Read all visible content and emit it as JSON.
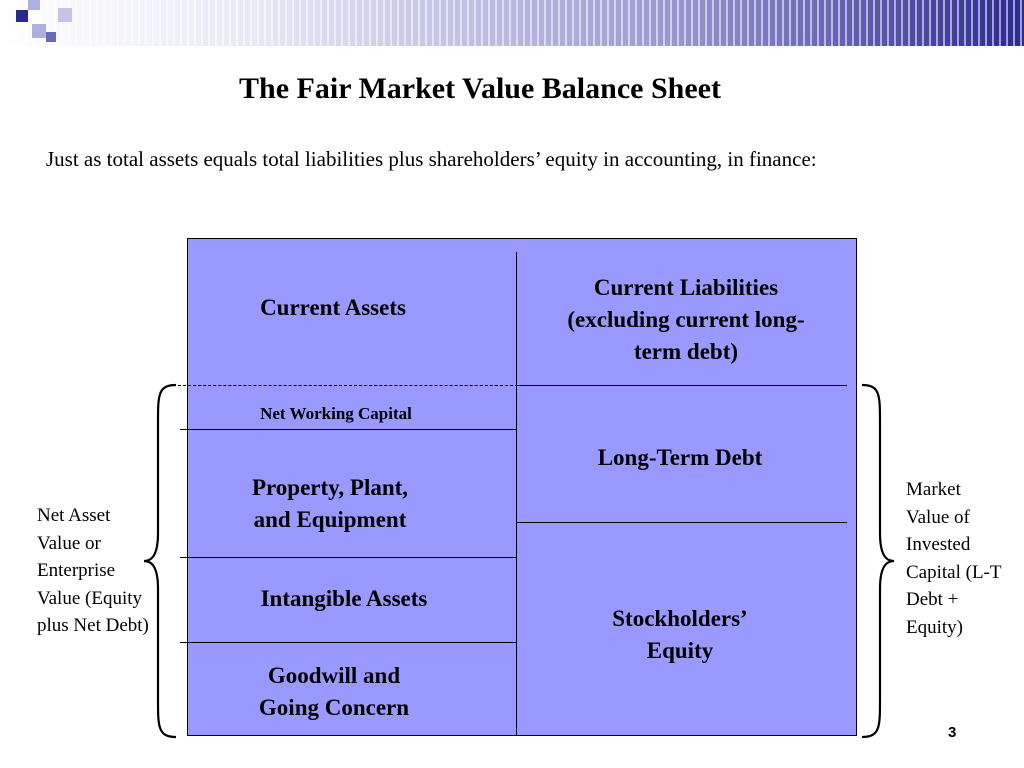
{
  "slide": {
    "title": "The Fair Market Value Balance Sheet",
    "intro": "Just as total assets equals total liabilities plus shareholders’ equity in accounting, in finance:",
    "page_number": "3",
    "colors": {
      "sheet_fill": "#9999ff",
      "accent_dark": "#2a2a90",
      "accent_light": "#b0b0e0"
    }
  },
  "balance_sheet": {
    "assets": {
      "current_assets": "Current Assets",
      "net_working_capital": "Net Working Capital",
      "ppe": "Property, Plant, and Equipment",
      "intangible_assets": "Intangible Assets",
      "goodwill": "Goodwill and Going Concern"
    },
    "liabilities": {
      "current_liabilities": "Current Liabilities (excluding current long-term debt)",
      "long_term_debt": "Long-Term Debt",
      "stockholders_equity": "Stockholders’ Equity"
    }
  },
  "left_label": "Net Asset Value or Enterprise Value (Equity plus Net Debt)",
  "right_label": "Market Value of Invested Capital (L-T Debt + Equity)"
}
